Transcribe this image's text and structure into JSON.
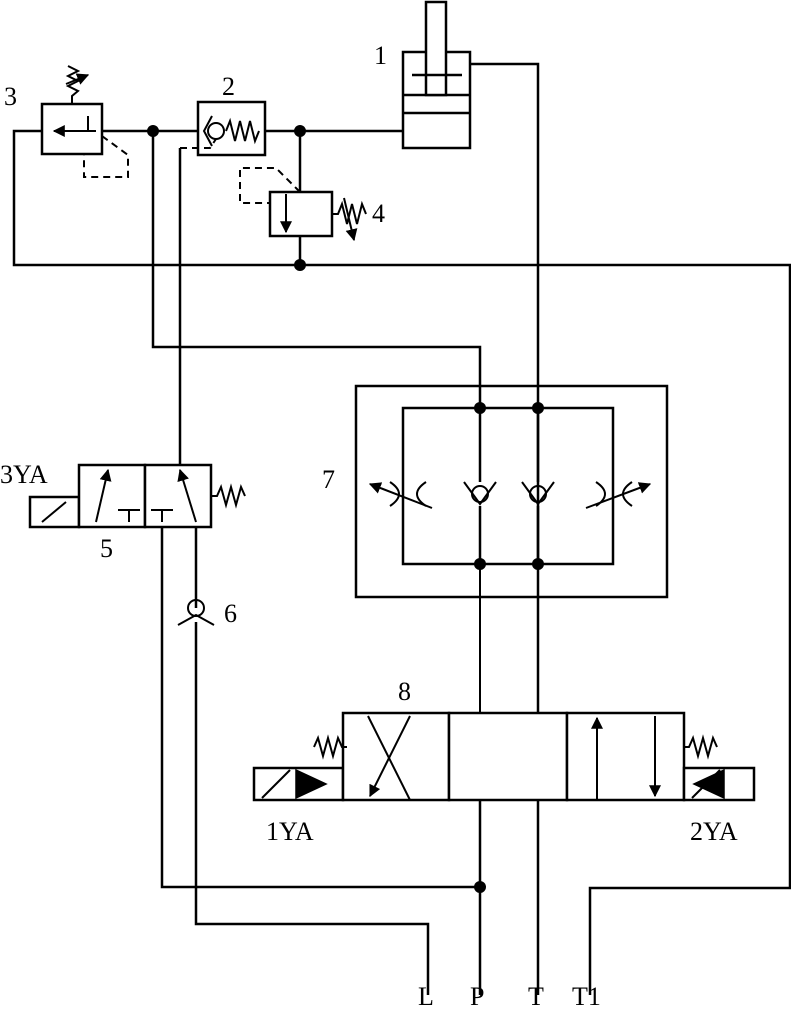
{
  "labels": {
    "cylinder": "1",
    "check_valve": "2",
    "relief_valve": "3",
    "sequence_valve": "4",
    "solenoid_valve_5": "5",
    "check_valve_6": "6",
    "throttle_block": "7",
    "directional_valve_8": "8",
    "solenoid_3ya": "3YA",
    "solenoid_1ya": "1YA",
    "solenoid_2ya": "2YA"
  },
  "ports": {
    "L": "L",
    "P": "P",
    "T": "T",
    "T1": "T1"
  },
  "colors": {
    "line": "#000000",
    "background": "#ffffff"
  }
}
